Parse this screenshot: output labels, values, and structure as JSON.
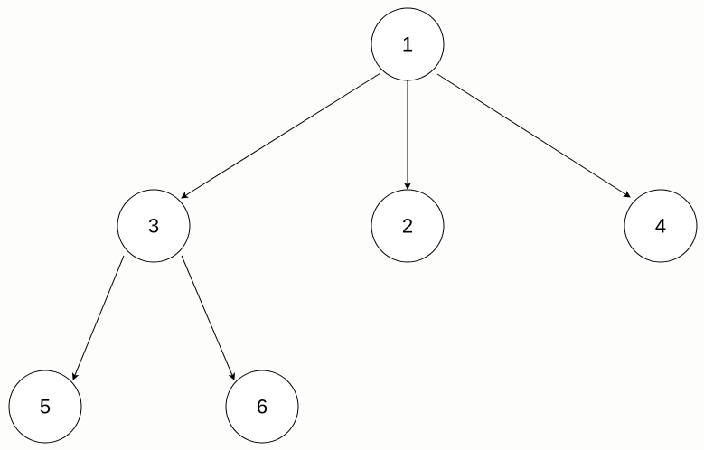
{
  "diagram": {
    "type": "tree",
    "nodes": [
      {
        "id": "1",
        "label": "1"
      },
      {
        "id": "3",
        "label": "3"
      },
      {
        "id": "2",
        "label": "2"
      },
      {
        "id": "4",
        "label": "4"
      },
      {
        "id": "5",
        "label": "5"
      },
      {
        "id": "6",
        "label": "6"
      }
    ],
    "edges": [
      {
        "from": "1",
        "to": "3"
      },
      {
        "from": "1",
        "to": "2"
      },
      {
        "from": "1",
        "to": "4"
      },
      {
        "from": "3",
        "to": "5"
      },
      {
        "from": "3",
        "to": "6"
      }
    ]
  }
}
